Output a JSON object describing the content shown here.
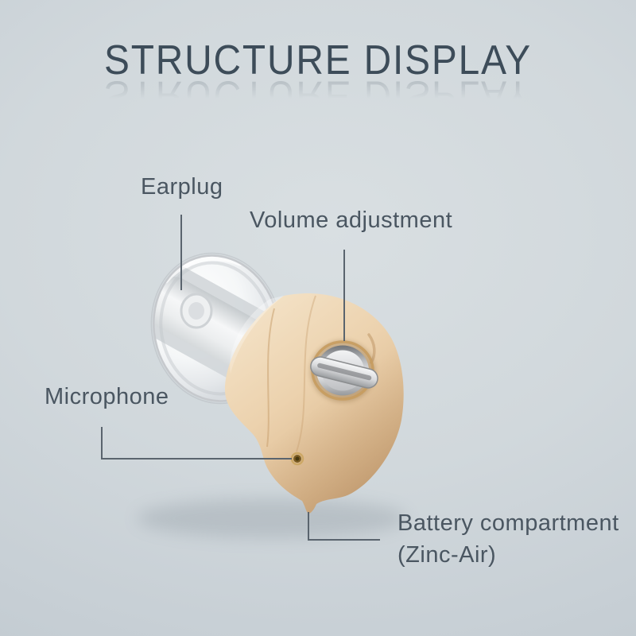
{
  "title": {
    "text": "STRUCTURE DISPLAY"
  },
  "callouts": [
    {
      "id": "earplug",
      "label": "Earplug"
    },
    {
      "id": "volume-adjustment",
      "label": "Volume adjustment"
    },
    {
      "id": "microphone",
      "label": "Microphone"
    },
    {
      "id": "battery-compartment",
      "label": "Battery compartment",
      "sublabel": "(Zinc-Air)"
    }
  ],
  "device": {
    "kind": "in-ear hearing aid product render",
    "parts": [
      "earplug-dome",
      "sound-tube",
      "body-shell",
      "volume-dial",
      "microphone-port",
      "battery-compartment-tip"
    ]
  },
  "colors": {
    "background_light": "#d9dfe2",
    "background_dark": "#c0c9cf",
    "title_text": "#3d4c59",
    "label_text": "#4a5661",
    "callout_line": "#5a646e",
    "shell_light": "#f2e0c4",
    "shell_mid": "#e4c6a0",
    "shell_dark": "#cda67c",
    "dome_white": "#ffffff",
    "metal_light": "#ebecee",
    "metal_dark": "#6f7276",
    "gold_ring": "#c79c5f"
  }
}
